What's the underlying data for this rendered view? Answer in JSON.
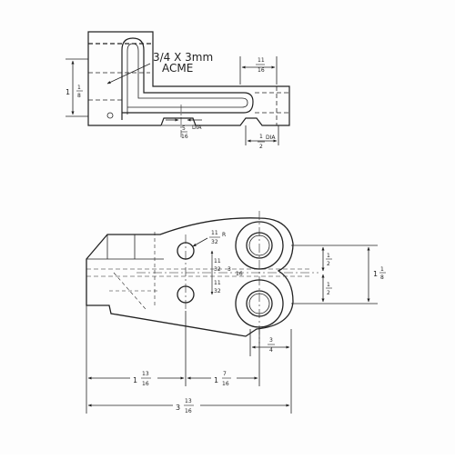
{
  "drawing": {
    "top_view": {
      "thread_note_line1": "3/4 X 3mm",
      "thread_note_line2": "ACME",
      "height_whole": "1",
      "height_num": "1",
      "height_den": "8",
      "slot_num": "5",
      "slot_den": "16",
      "slot_dia": "DIA",
      "right_num": "11",
      "right_den": "16",
      "right_dia_num": "1",
      "right_dia_den": "2",
      "right_dia_label": "DIA"
    },
    "bottom_view": {
      "radius_num": "11",
      "radius_den": "32",
      "radius_suffix": "R",
      "hole_a_num": "11",
      "hole_a_den": "32",
      "hole_b_num": "11",
      "hole_b_den": "32",
      "center_num": "3",
      "center_den": "16",
      "vert_top_num": "1",
      "vert_top_den": "2",
      "vert_bot_num": "1",
      "vert_bot_den": "2",
      "overall_h_whole": "1",
      "overall_h_num": "1",
      "overall_h_den": "8",
      "boss_num": "3",
      "boss_den": "4",
      "len_a_whole": "1",
      "len_a_num": "13",
      "len_a_den": "16",
      "len_b_whole": "1",
      "len_b_num": "7",
      "len_b_den": "16",
      "overall_whole": "3",
      "overall_num": "13",
      "overall_den": "16"
    }
  }
}
